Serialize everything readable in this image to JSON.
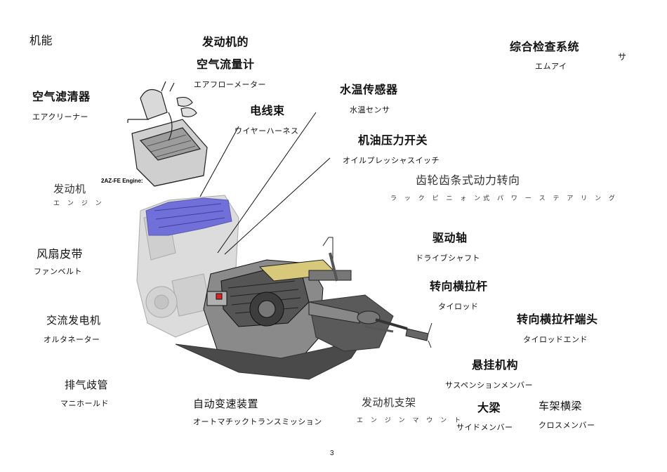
{
  "labels": {
    "engine_perf_zh": "机能",
    "afm_zh_1": "发动机的",
    "afm_zh_2": "空气流量计",
    "afm_jp": "エアフローメーター",
    "diag_zh": "综合检查系统",
    "diag_jp": "エムアイ",
    "sa_jp": "サ",
    "air_cleaner_zh": "空气滤清器",
    "air_cleaner_jp": "エアクリーナー",
    "water_temp_zh": "水温传感器",
    "water_temp_jp": "水温センサ",
    "harness_zh": "电线束",
    "harness_jp": "ワイヤーハーネス",
    "oil_pressure_zh": "机油压力开关",
    "oil_pressure_jp": "オイルプレッシャスイッチ",
    "rack_zh": "齿轮齿条式动力转向",
    "rack_jp": "ラ ッ ク ピ ニ ォ ン式 パ ワ ー ス テ ア リ ン グ",
    "engine_zh": "发动机",
    "engine_jp": "エ ン ジ ン",
    "drive_shaft_zh": "驱动轴",
    "drive_shaft_jp": "ドライブシャフト",
    "fan_belt_zh": "风扇皮带",
    "fan_belt_jp": "ファンベルト",
    "tie_rod_zh": "转向横拉杆",
    "tie_rod_jp": "タイロッド",
    "tie_rod_end_zh": "转向横拉杆端头",
    "tie_rod_end_jp": "タイロッドエンド",
    "alternator_zh": "交流发电机",
    "alternator_jp": "オルタネーター",
    "suspension_zh": "悬挂机构",
    "suspension_jp": "サスペンションメンバー",
    "manifold_zh": "排气歧管",
    "manifold_jp": "マニホールド",
    "at_zh": "自动变速装置",
    "at_jp": "オートマチックトランスミッション",
    "mount_zh": "发动机支架",
    "mount_jp": "エ ン ジ ン マ ウ ン ト",
    "side_member_zh": "大梁",
    "side_member_jp": "サイドメンバー",
    "cross_member_zh": "车架横梁",
    "cross_member_jp": "クロスメンバー",
    "engine_model": "2AZ-FE Engine:"
  },
  "page_number": "3"
}
